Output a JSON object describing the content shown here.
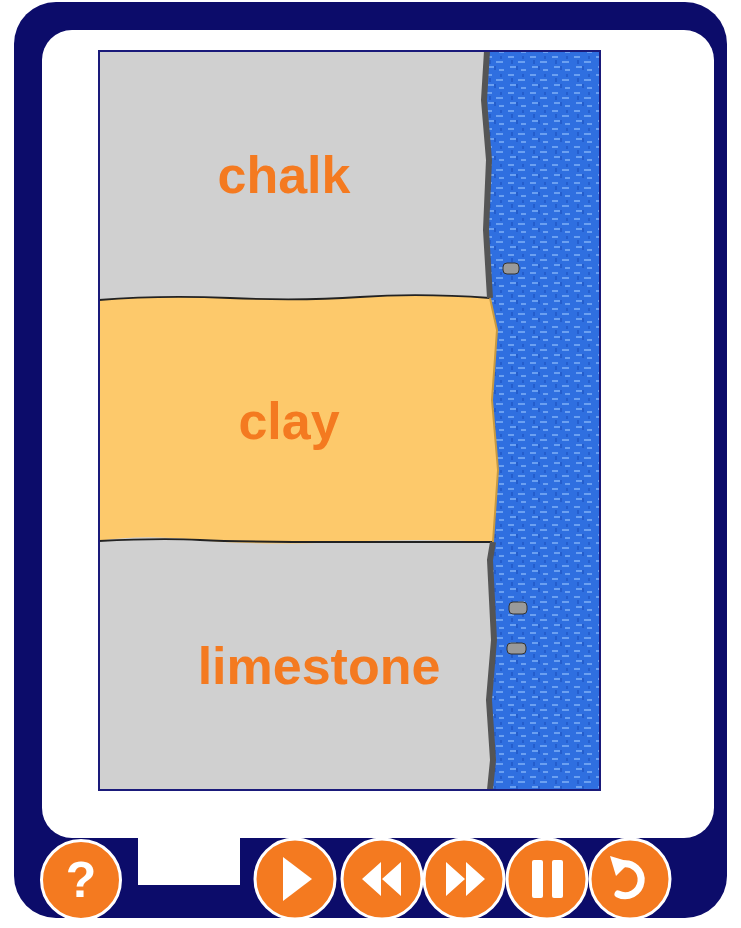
{
  "diagram": {
    "nodes": [
      {
        "text": [
          "chalk"
        ]
      },
      {
        "text": [
          "clay"
        ]
      },
      {
        "text": [
          "limestone"
        ]
      },
      {
        "text": [
          "?"
        ]
      }
    ]
  }
}
